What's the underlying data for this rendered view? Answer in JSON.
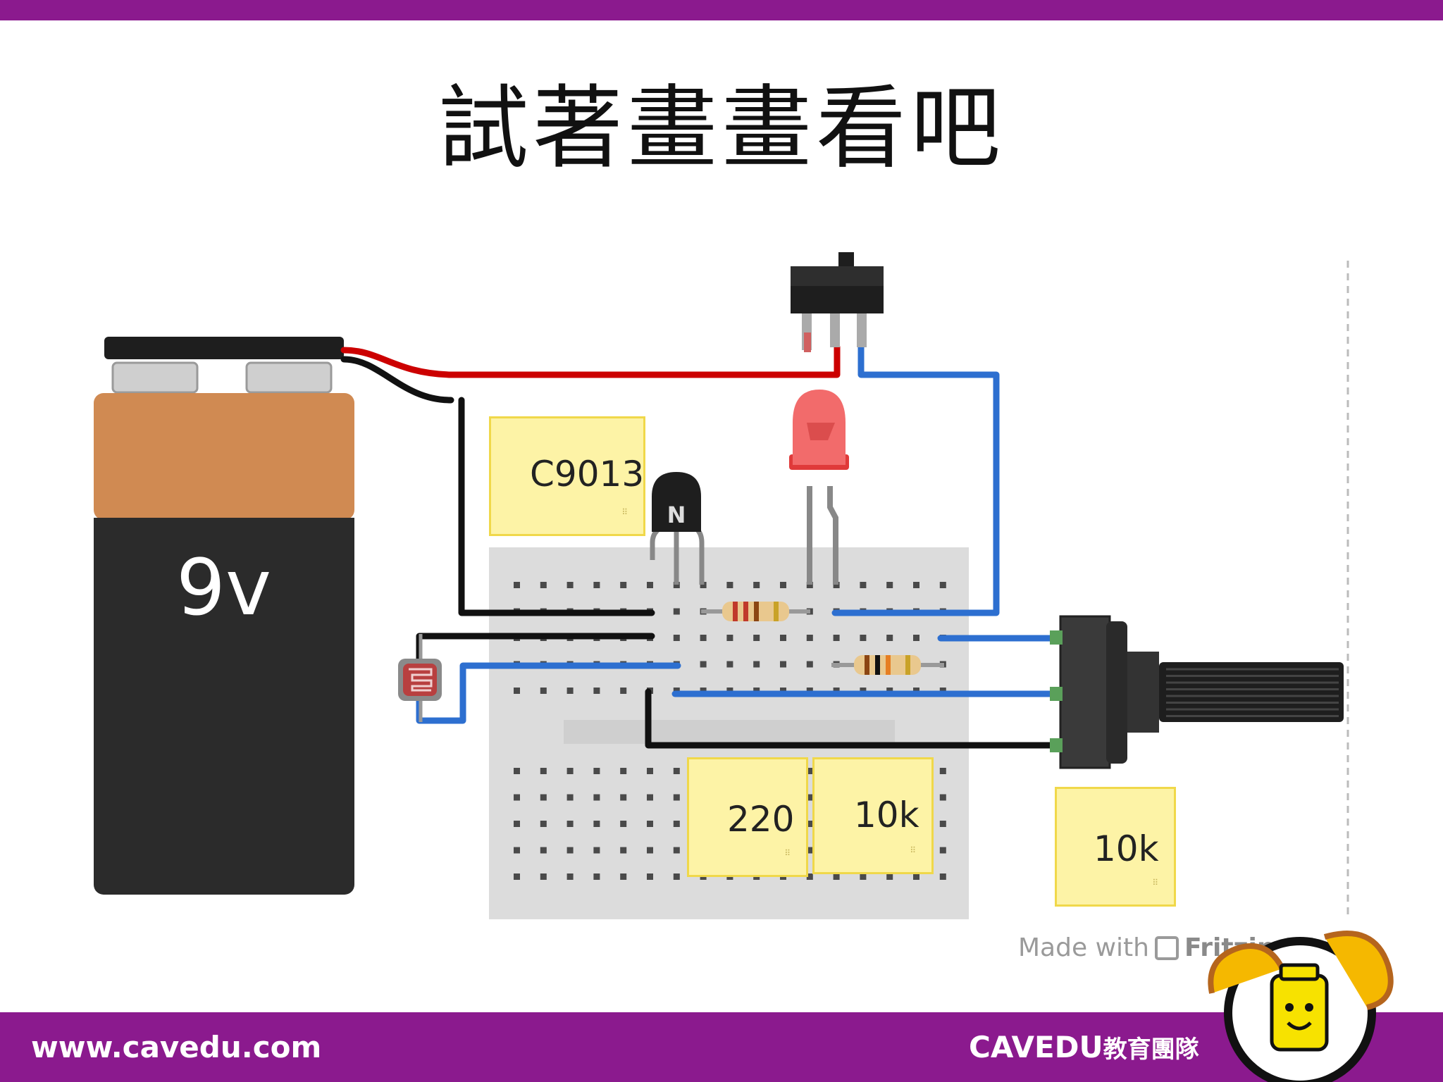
{
  "slide": {
    "title": "試著畫畫看吧"
  },
  "diagram": {
    "battery_label": "9v",
    "notes": {
      "transistor": "C9013",
      "resistor_led": "220",
      "resistor_ldr": "10k",
      "potentiometer": "10k"
    },
    "credit_prefix": "Made with",
    "credit_brand": "Fritzing.org"
  },
  "footer": {
    "url": "www.cavedu.com",
    "brand": "CAVEDU",
    "brand_sub": "教育團隊"
  },
  "colors": {
    "bar": "#8b1a8e",
    "wire_red": "#cc0000",
    "wire_black": "#111111",
    "wire_blue": "#2d6fd0",
    "battery_copper": "#d08a52",
    "battery_body": "#2b2b2b",
    "breadboard": "#dcdcdc",
    "note_fill": "#fdf3a6"
  }
}
